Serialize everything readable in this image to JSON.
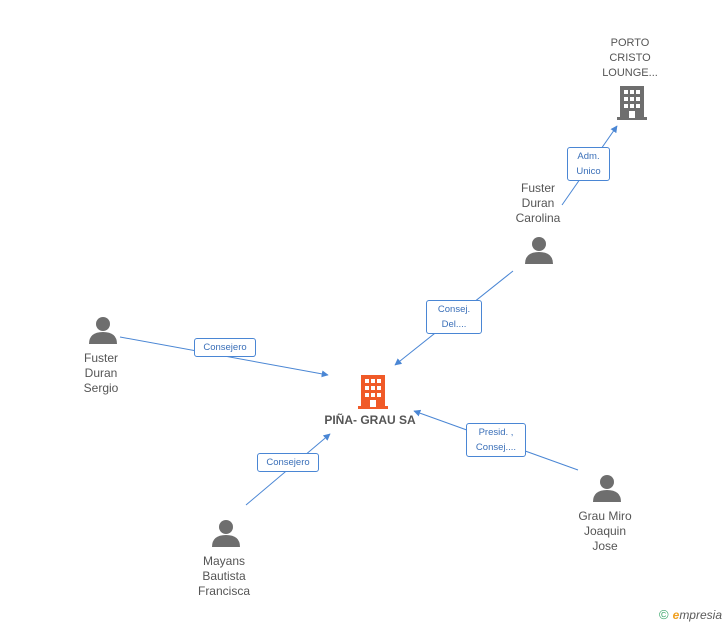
{
  "colors": {
    "company_main": "#f05a28",
    "company": "#6e6e6e",
    "person": "#6e6e6e",
    "edge": "#4a86d4"
  },
  "nodes": {
    "main": {
      "label": "PIÑA- GRAU SA",
      "icon": "building-icon"
    },
    "porto": {
      "label": "PORTO\nCRISTO\nLOUNGE...",
      "icon": "building-icon"
    },
    "fuster_carolina": {
      "label": "Fuster\nDuran\nCarolina",
      "icon": "person-icon"
    },
    "fuster_sergio": {
      "label": "Fuster\nDuran\nSergio",
      "icon": "person-icon"
    },
    "mayans": {
      "label": "Mayans\nBautista\nFrancisca",
      "icon": "person-icon"
    },
    "grau": {
      "label": "Grau Miro\nJoaquin\nJose",
      "icon": "person-icon"
    }
  },
  "edges": {
    "carolina_porto": "Adm.\nUnico",
    "carolina_main": "Consej.\nDel....",
    "sergio_main": "Consejero",
    "mayans_main": "Consejero",
    "grau_main": "Presid. ,\nConsej...."
  },
  "footer": {
    "copyright": "©",
    "brand_e": "e",
    "brand_rest": "mpresia"
  }
}
